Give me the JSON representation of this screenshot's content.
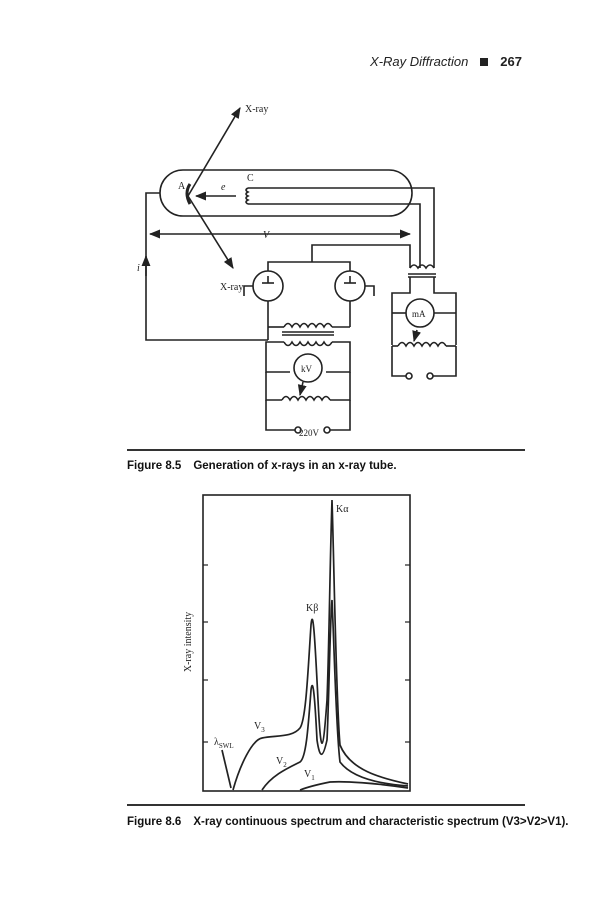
{
  "running_head": {
    "title": "X-Ray Diffraction",
    "page": "267"
  },
  "figure_8_5": {
    "caption_number": "Figure 8.5",
    "caption_text": "Generation of x-rays in an x-ray tube.",
    "labels": {
      "xray_top": "X-ray",
      "xray_bottom": "X-ray",
      "anode": "A",
      "cathode": "C",
      "electron": "e",
      "voltage": "V",
      "current": "i",
      "milliammeter": "mA",
      "kilovoltmeter": "kV",
      "supply": "220V"
    }
  },
  "figure_8_6": {
    "caption_number": "Figure 8.6",
    "caption_text": "X-ray continuous spectrum and characteristic spectrum (V3>V2>V1).",
    "chart_data": {
      "type": "line",
      "ylabel": "X-ray intensity",
      "xlabel": "",
      "annotations": [
        "Kα",
        "Kβ",
        "λSWL",
        "V3",
        "V2",
        "V1"
      ],
      "series": [
        {
          "name": "V3",
          "x": [
            0,
            0.2,
            0.4,
            0.5,
            0.55,
            0.6,
            0.62,
            0.66,
            0.7,
            0.8,
            1.0
          ],
          "values": [
            0,
            0.2,
            0.15,
            0.3,
            0.55,
            0.35,
            0.28,
            1.0,
            0.2,
            0.08,
            0.03
          ]
        },
        {
          "name": "V2",
          "x": [
            0.2,
            0.4,
            0.55,
            0.6,
            0.66,
            0.7,
            1.0
          ],
          "values": [
            0,
            0.1,
            0.34,
            0.14,
            0.65,
            0.12,
            0.02
          ]
        },
        {
          "name": "V1",
          "x": [
            0.45,
            0.6,
            0.7,
            1.0
          ],
          "values": [
            0,
            0.05,
            0.04,
            0.01
          ]
        }
      ]
    }
  }
}
